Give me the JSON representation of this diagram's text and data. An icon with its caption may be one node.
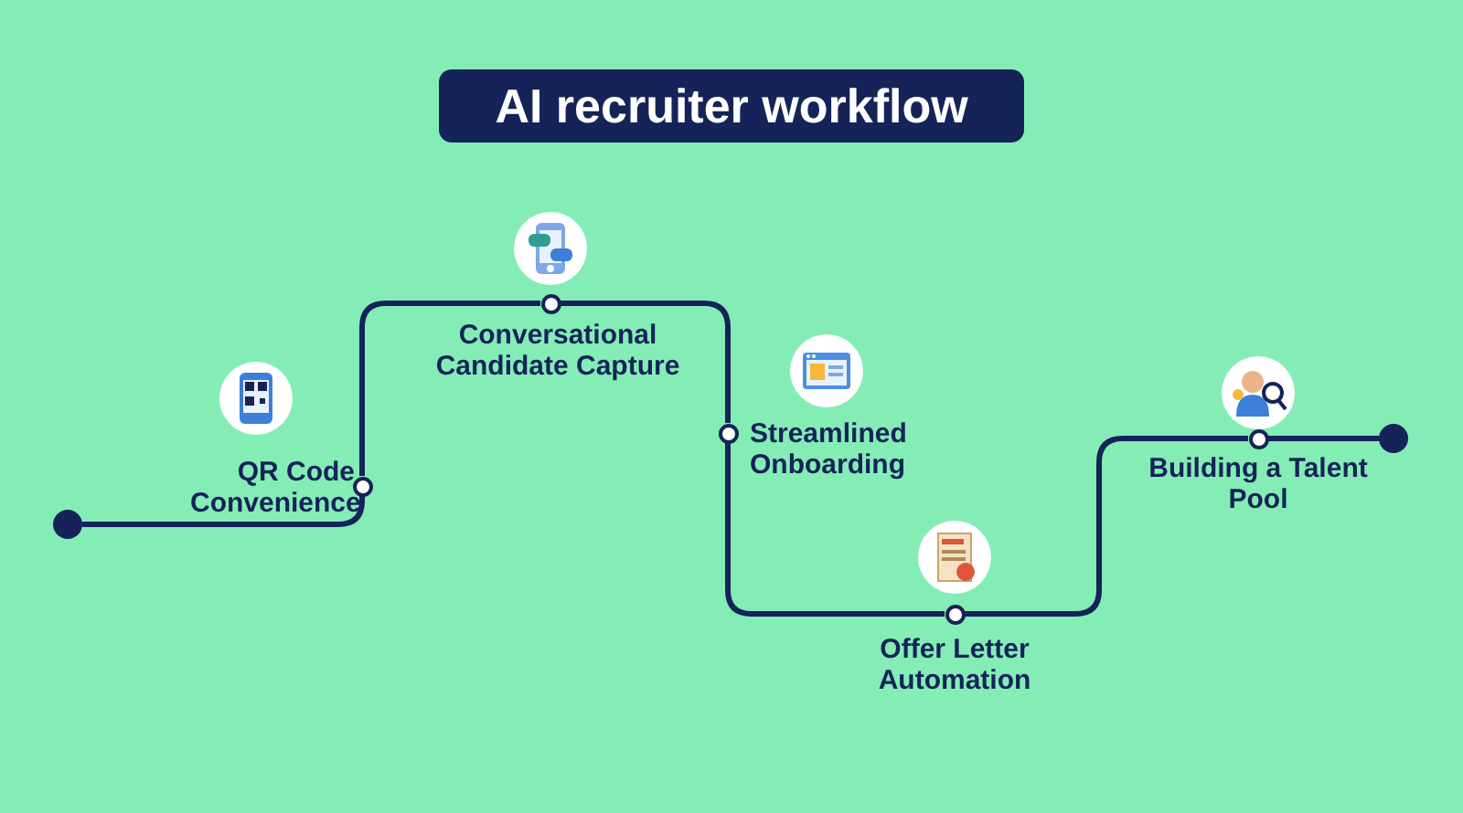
{
  "diagram": {
    "title": "AI recruiter workflow",
    "nodes": [
      {
        "text": [],
        "shape": "circle"
      },
      {
        "text": [],
        "shape": "circle",
        "beside": [
          "QR Code Convenience"
        ]
      },
      {
        "text": [],
        "shape": "circle",
        "beside": [
          "Conversational Candidate Capture"
        ]
      },
      {
        "text": [],
        "shape": "circle",
        "beside": [
          "Streamlined Onboarding"
        ]
      },
      {
        "text": [],
        "shape": "circle",
        "beside": [
          "Offer Letter Automation"
        ]
      },
      {
        "text": [],
        "shape": "circle",
        "beside": [
          "Building a Talent Pool"
        ]
      },
      {
        "text": [],
        "shape": "circle"
      }
    ],
    "edges": [
      {
        "from": 0,
        "to": 1,
        "arrow": "none"
      },
      {
        "from": 1,
        "to": 2,
        "arrow": "none"
      },
      {
        "from": 2,
        "to": 3,
        "arrow": "none"
      },
      {
        "from": 3,
        "to": 4,
        "arrow": "none"
      },
      {
        "from": 4,
        "to": 5,
        "arrow": "none"
      },
      {
        "from": 5,
        "to": 6,
        "arrow": "none"
      }
    ]
  }
}
